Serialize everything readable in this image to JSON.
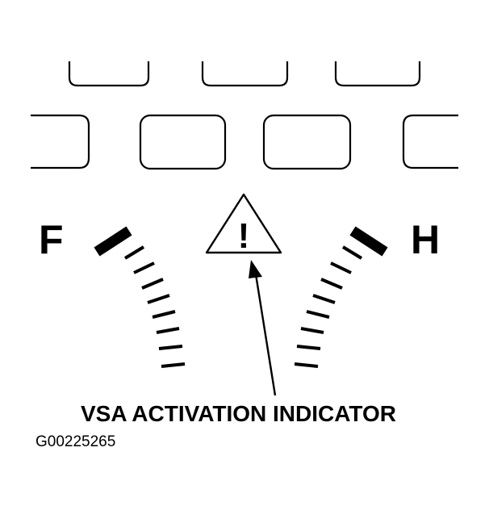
{
  "gauges": {
    "left_letter": "F",
    "right_letter": "H"
  },
  "callout": {
    "label": "VSA ACTIVATION INDICATOR",
    "icon": "warning-triangle-icon",
    "symbol": "!"
  },
  "figure_id": "G00225265",
  "colors": {
    "ink": "#000000",
    "background": "#ffffff"
  }
}
